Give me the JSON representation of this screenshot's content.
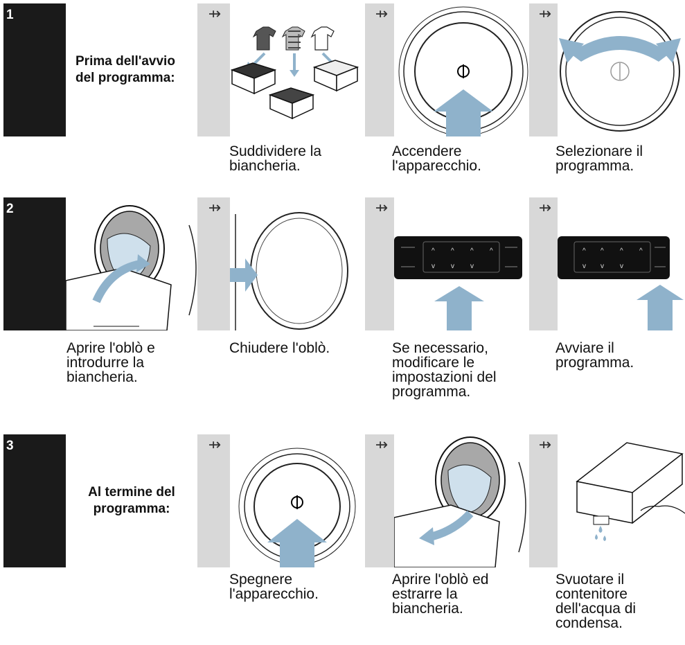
{
  "arrow_glyph": "⇸",
  "colors": {
    "accent": "#8fb2cb",
    "dark": "#1a1a1a",
    "strip": "#d8d8d8"
  },
  "rows": [
    {
      "number": "1",
      "intro": "Prima dell'avvio\ndel programma:",
      "captions": [
        "Suddividere la\nbiancheria.",
        "Accendere\nl'apparecchio.",
        "Selezionare il\nprogramma."
      ]
    },
    {
      "number": "2",
      "captions": [
        "Aprire l'oblò e\nintrodurre la\nbiancheria.",
        "Chiudere l'oblò.",
        "Se necessario,\nmodificare le\nimpostazioni del\nprogramma.",
        "Avviare il\nprogramma."
      ]
    },
    {
      "number": "3",
      "intro": "Al termine del\nprogramma:",
      "captions": [
        "Spegnere\nl'apparecchio.",
        "Aprire l'oblò ed\nestrarre la\nbiancheria.",
        "Svuotare il\ncontenitore\ndell'acqua di\ncondensa."
      ]
    }
  ]
}
